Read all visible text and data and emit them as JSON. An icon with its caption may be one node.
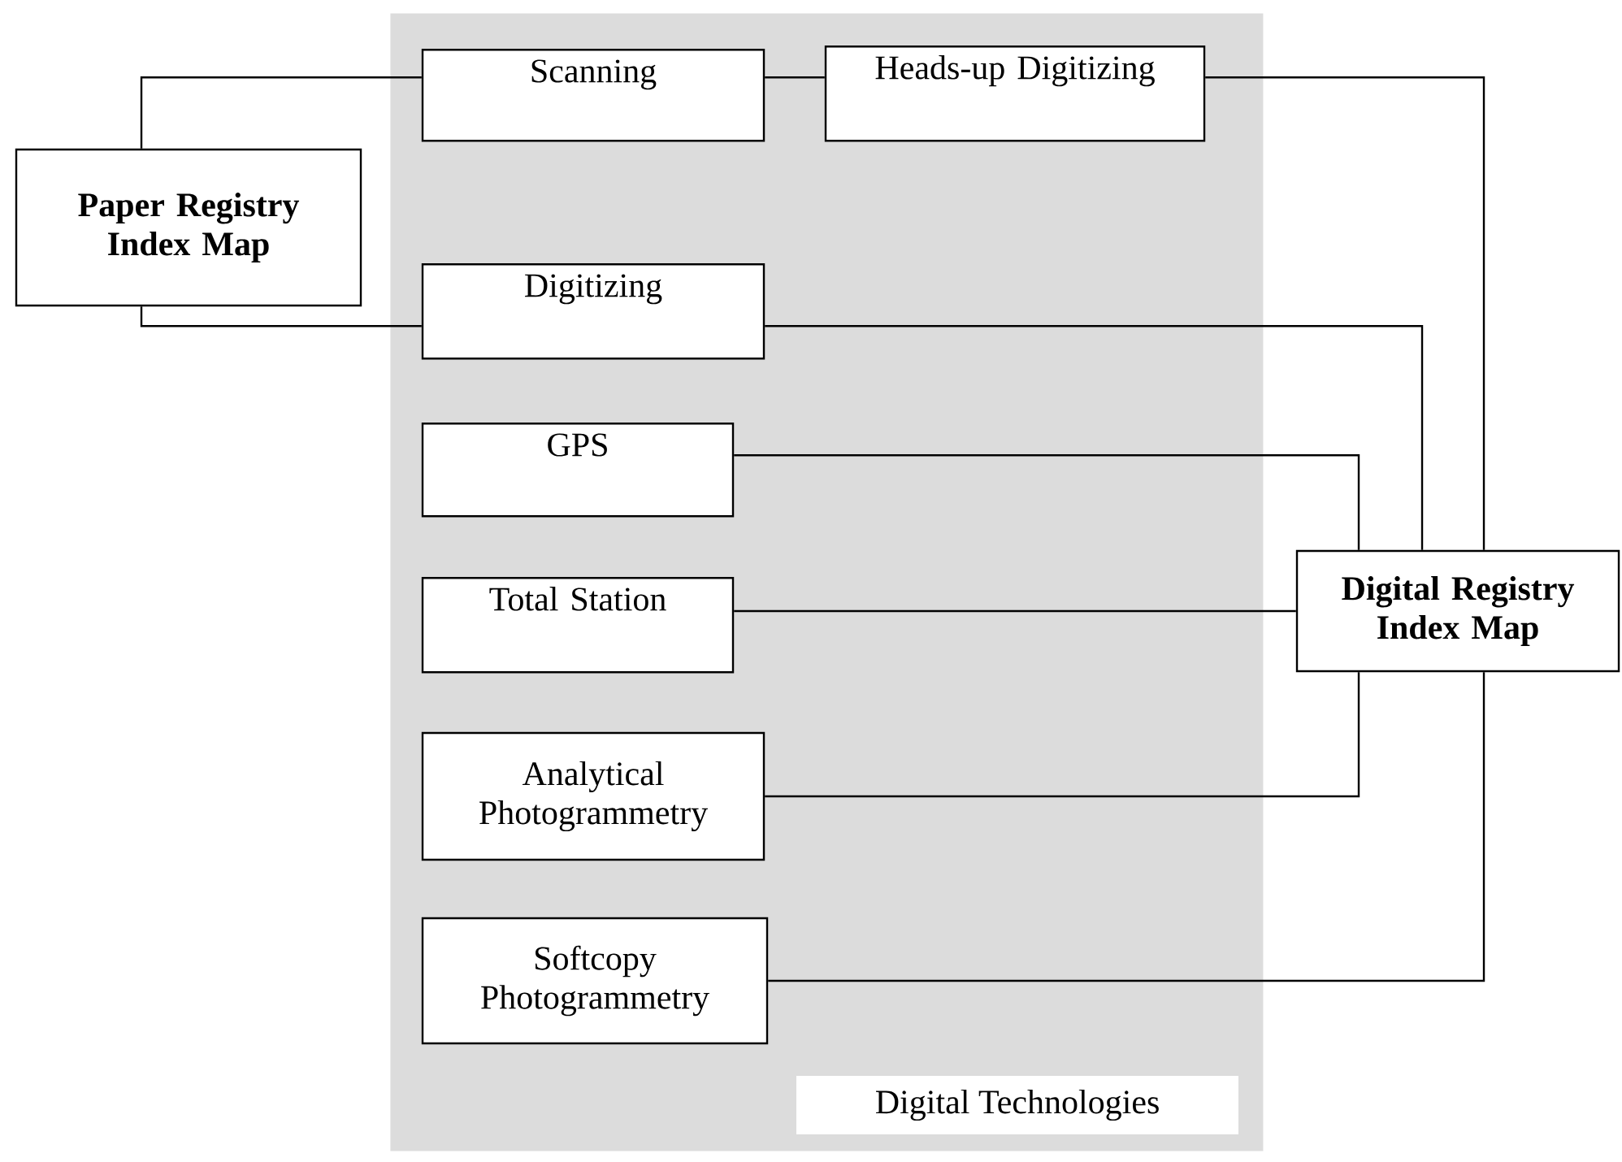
{
  "diagram": {
    "nodes": [
      {
        "text": [
          "Paper Registry Index Map"
        ]
      },
      {
        "text": [
          "Digital Technologies"
        ]
      },
      {
        "text": [
          "Scanning"
        ],
        "in": 1
      },
      {
        "text": [
          "Heads-up Digitizing"
        ],
        "in": 1
      },
      {
        "text": [
          "Digitizing"
        ],
        "in": 1
      },
      {
        "text": [
          "GPS"
        ],
        "in": 1
      },
      {
        "text": [
          "Total Station"
        ],
        "in": 1
      },
      {
        "text": [
          "Analytical Photogrammetry"
        ],
        "in": 1
      },
      {
        "text": [
          "Softcopy Photogrammetry"
        ],
        "in": 1
      },
      {
        "text": [
          "Digital Registry Index Map"
        ]
      }
    ],
    "edges": [
      {
        "from": 0,
        "to": 2,
        "arrow": "none"
      },
      {
        "from": 0,
        "to": 4,
        "arrow": "none"
      },
      {
        "from": 2,
        "to": 3,
        "arrow": "none"
      },
      {
        "from": 3,
        "to": 9,
        "arrow": "none"
      },
      {
        "from": 4,
        "to": 9,
        "arrow": "none"
      },
      {
        "from": 5,
        "to": 9,
        "arrow": "none"
      },
      {
        "from": 6,
        "to": 9,
        "arrow": "none"
      },
      {
        "from": 7,
        "to": 9,
        "arrow": "none"
      },
      {
        "from": 8,
        "to": 9,
        "arrow": "none"
      }
    ]
  }
}
